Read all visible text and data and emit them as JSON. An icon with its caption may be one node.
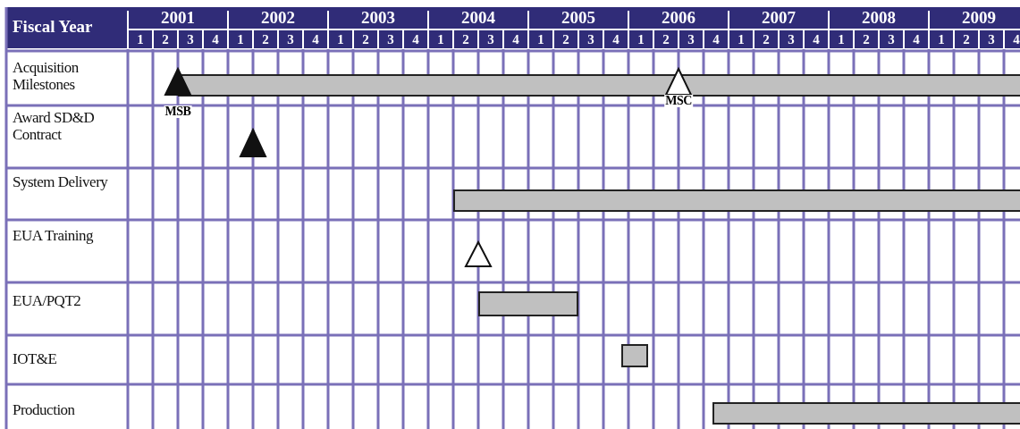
{
  "diagram": {
    "nodes": [
      {
        "text": [],
        "shape": "bar"
      },
      {
        "text": [],
        "shape": "triangle",
        "beside": [
          "MSB"
        ]
      },
      {
        "text": [],
        "shape": "triangle",
        "beside": [
          "MSC"
        ]
      },
      {
        "text": [],
        "shape": "triangle"
      },
      {
        "text": [],
        "shape": "bar"
      },
      {
        "text": [],
        "shape": "triangle"
      },
      {
        "text": [],
        "shape": "bar"
      },
      {
        "text": [],
        "shape": "bar"
      },
      {
        "text": [],
        "shape": "bar"
      }
    ],
    "labels": [
      "Fiscal Year",
      "2001",
      "2002",
      "2003",
      "2004",
      "2005",
      "2006",
      "2007",
      "2008",
      "2009",
      "1",
      "2",
      "3",
      "4",
      "1",
      "2",
      "3",
      "4",
      "1",
      "2",
      "3",
      "4",
      "1",
      "2",
      "3",
      "4",
      "1",
      "2",
      "3",
      "4",
      "1",
      "2",
      "3",
      "4",
      "1",
      "2",
      "3",
      "4",
      "1",
      "2",
      "3",
      "4",
      "1",
      "2",
      "3",
      "4",
      "Acquisition Milestones",
      "Award SD&D Contract",
      "System Delivery",
      "EUA Training",
      "EUA/PQT2",
      "IOT&E",
      "Production"
    ]
  }
}
